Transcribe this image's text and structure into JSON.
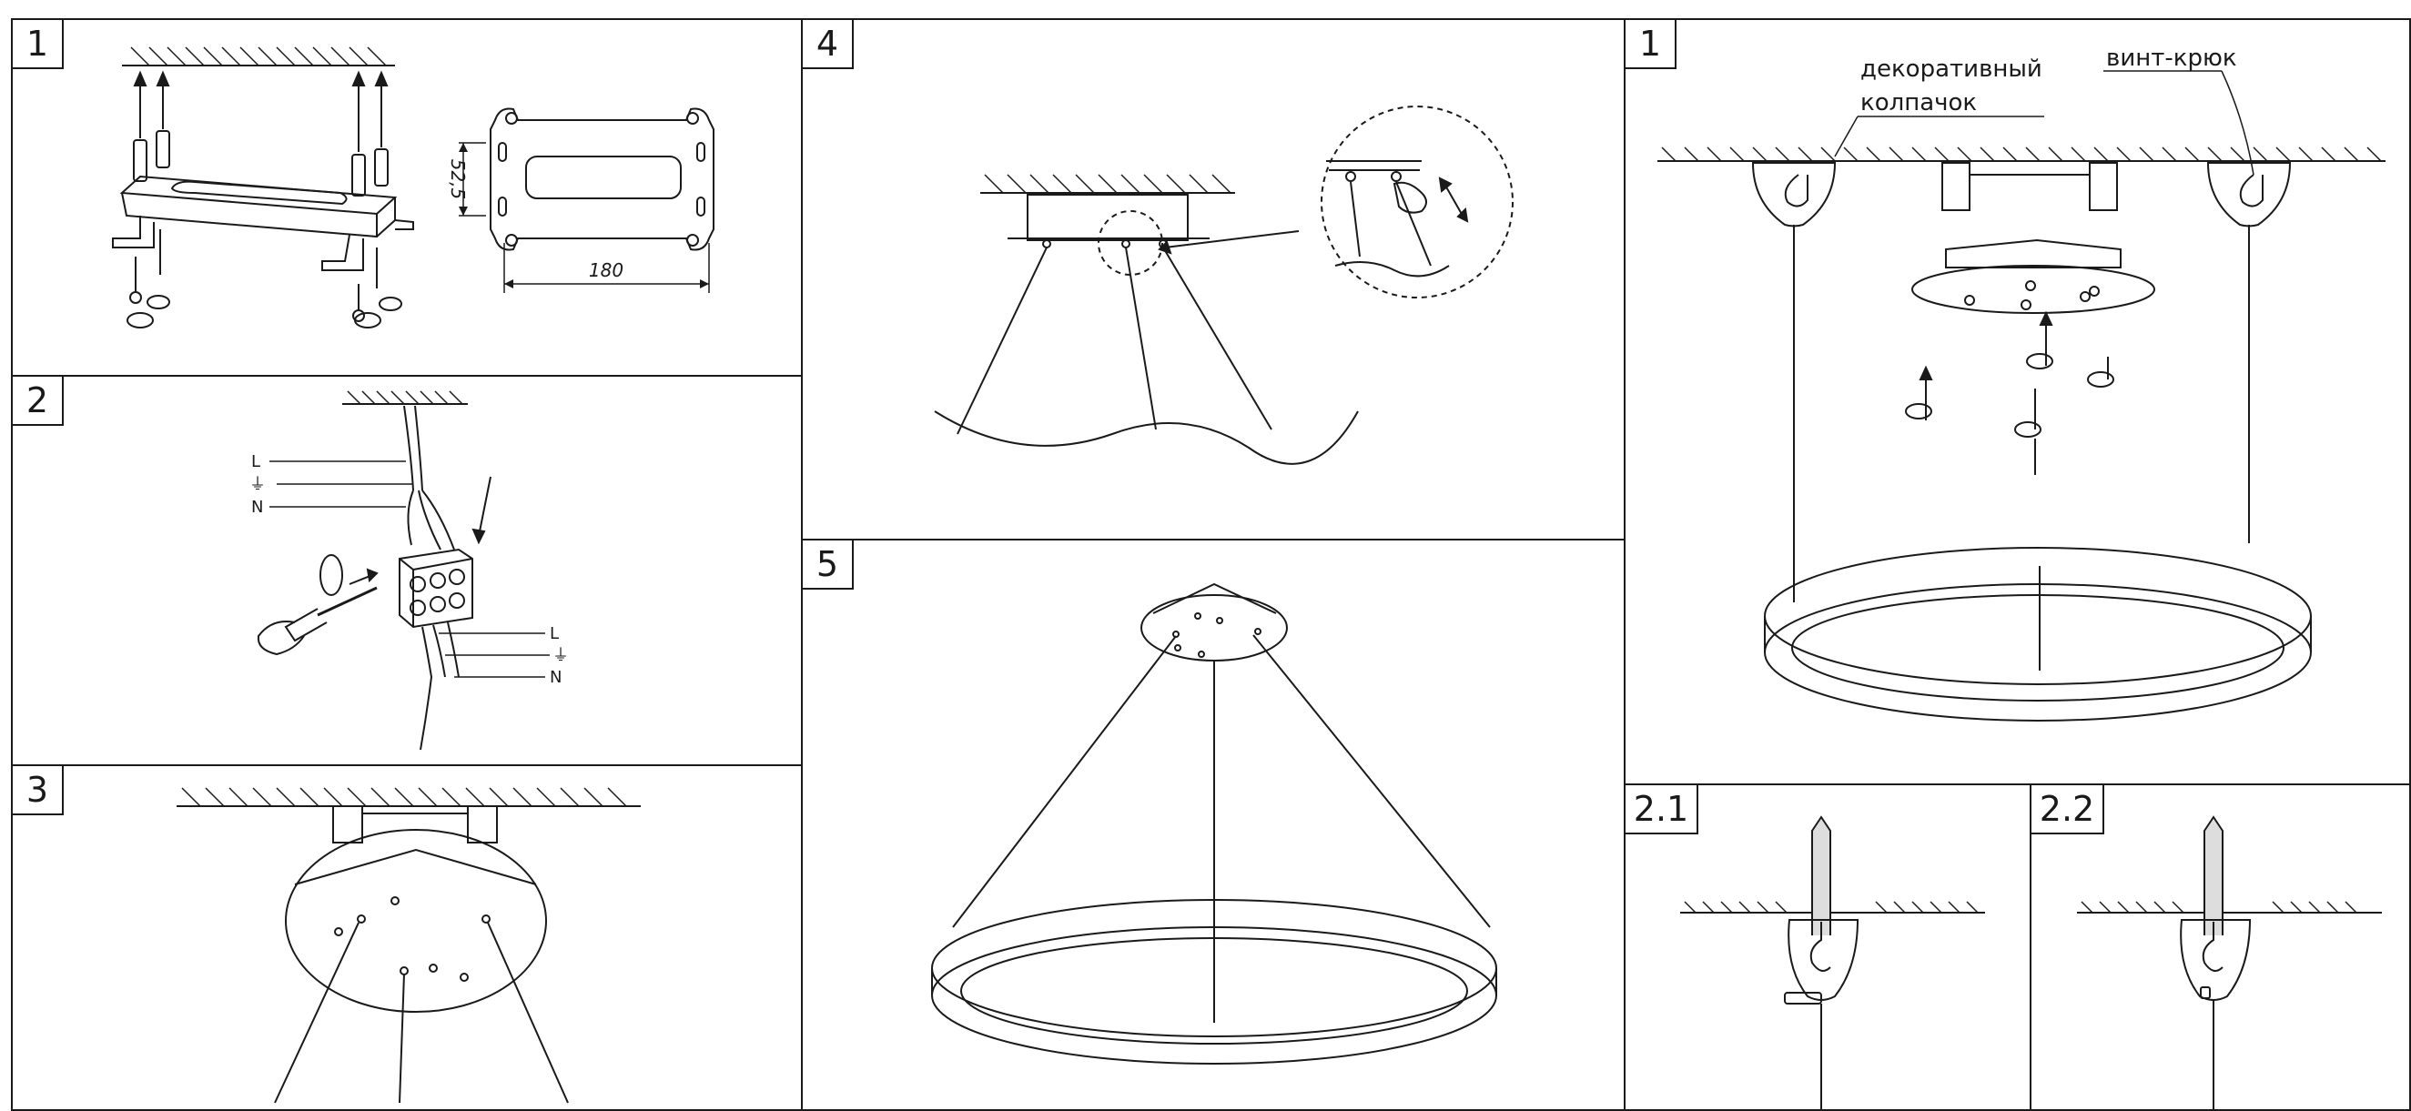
{
  "panels": {
    "p1": {
      "number": "1"
    },
    "p2": {
      "number": "2"
    },
    "p3": {
      "number": "3"
    },
    "p4": {
      "number": "4"
    },
    "p5": {
      "number": "5"
    },
    "r1": {
      "number": "1"
    },
    "r21": {
      "number": "2.1"
    },
    "r22": {
      "number": "2.2"
    }
  },
  "dimensions": {
    "height": "52,5",
    "width": "180"
  },
  "wiring": {
    "top": [
      "L",
      "⏚",
      "N"
    ],
    "bottom": [
      "L",
      "⏚",
      "N"
    ]
  },
  "labels": {
    "cap_line1": "декоративный",
    "cap_line2": "колпачок",
    "hook": "винт-крюк"
  }
}
